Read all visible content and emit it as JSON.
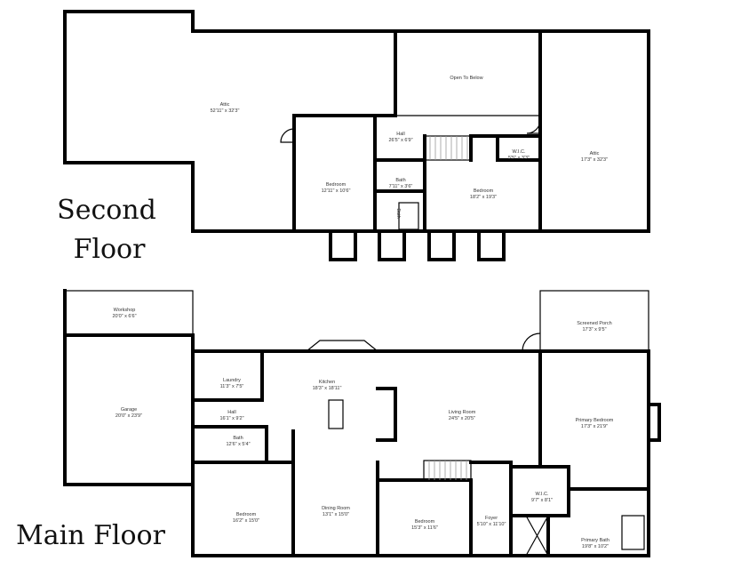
{
  "floors": {
    "second": {
      "label_line1": "Second",
      "label_line2": "Floor",
      "rooms": [
        {
          "name": "Attic",
          "dims": "52'11\" x 32'3\""
        },
        {
          "name": "Open To Below",
          "dims": ""
        },
        {
          "name": "Hall",
          "dims": "26'5\" x 6'9\""
        },
        {
          "name": "Bedroom",
          "dims": "12'11\" x 10'6\""
        },
        {
          "name": "Bath",
          "dims": "7'11\" x 3'6\""
        },
        {
          "name": "Bedroom",
          "dims": "18'2\" x 19'3\""
        },
        {
          "name": "W.I.C.",
          "dims": "5'5\" x 3'3\""
        },
        {
          "name": "Attic",
          "dims": "17'3\" x 32'3\""
        },
        {
          "name": "Bath",
          "dims": ""
        }
      ]
    },
    "main": {
      "label": "Main Floor",
      "rooms": [
        {
          "name": "Workshop",
          "dims": "20'0\" x 6'6\""
        },
        {
          "name": "Garage",
          "dims": "20'0\" x 23'9\""
        },
        {
          "name": "Laundry",
          "dims": "11'3\" x 7'5\""
        },
        {
          "name": "Hall",
          "dims": "16'1\" x 9'2\""
        },
        {
          "name": "Bath",
          "dims": "12'6\" x 5'4\""
        },
        {
          "name": "Kitchen",
          "dims": "18'3\" x 18'11\""
        },
        {
          "name": "Living Room",
          "dims": "24'5\" x 20'5\""
        },
        {
          "name": "Screened Porch",
          "dims": "17'3\" x 9'5\""
        },
        {
          "name": "Primary Bedroom",
          "dims": "17'3\" x 21'9\""
        },
        {
          "name": "W.I.C.",
          "dims": "9'7\" x 8'1\""
        },
        {
          "name": "Primary Bath",
          "dims": "19'8\" x 10'2\""
        },
        {
          "name": "Bedroom",
          "dims": "16'2\" x 15'0\""
        },
        {
          "name": "Dining Room",
          "dims": "13'1\" x 15'0\""
        },
        {
          "name": "Bedroom",
          "dims": "15'3\" x 11'6\""
        },
        {
          "name": "Foyer",
          "dims": "5'10\" x 11'10\""
        }
      ]
    }
  }
}
